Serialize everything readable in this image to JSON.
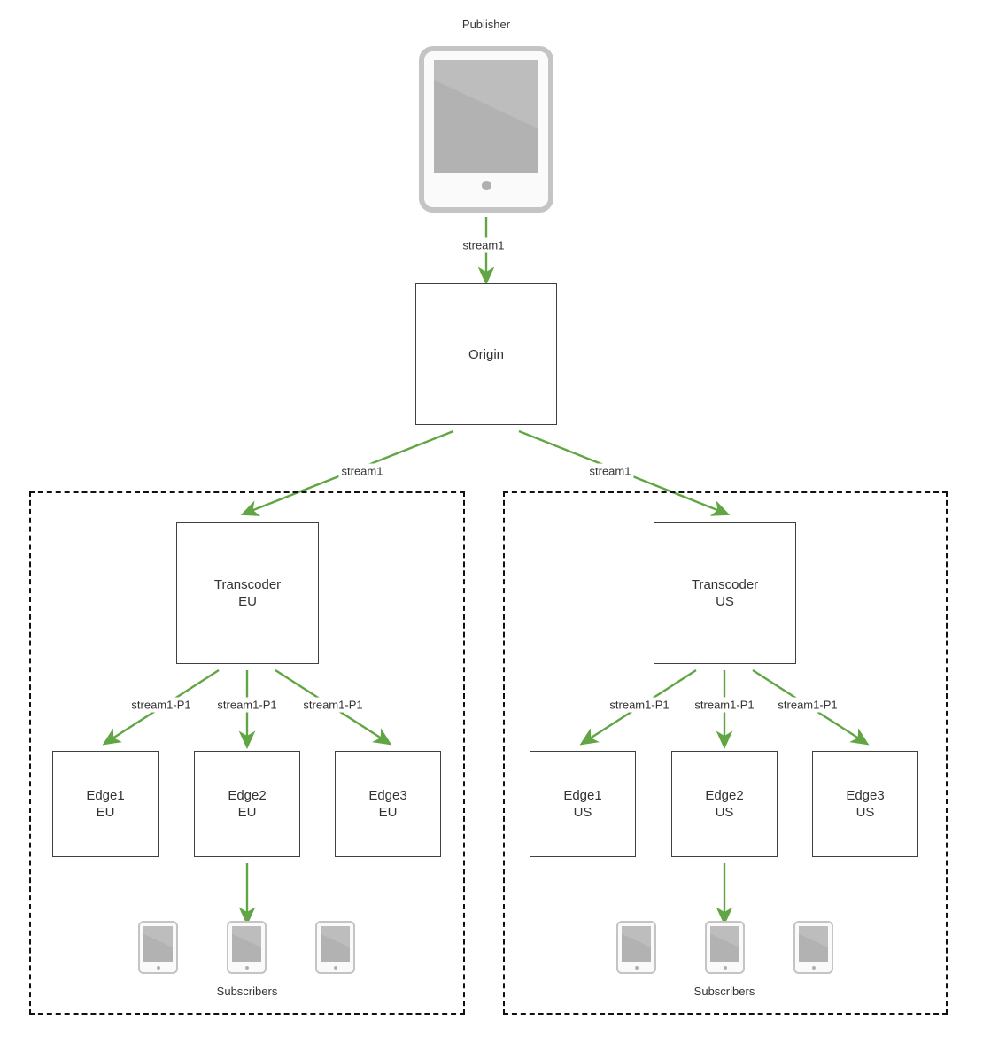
{
  "diagram": {
    "title_node": "Publisher",
    "colors": {
      "arrow_green": "#62a544",
      "box_border": "#3f3f3f",
      "zone_border": "#111111",
      "device_border": "#c4c4c4",
      "screen_gray": "#b3b3b3",
      "text": "#333333",
      "background": "#ffffff"
    },
    "publisher": {
      "label": "Publisher",
      "icon": "tablet-icon"
    },
    "origin": {
      "label": "Origin"
    },
    "links": {
      "publisher_to_origin": "stream1",
      "origin_to_eu": "stream1",
      "origin_to_us": "stream1",
      "transcoder_to_edge": "stream1-P1"
    },
    "zones": [
      {
        "id": "eu",
        "transcoder": "Transcoder\nEU",
        "edges": [
          {
            "label": "Edge1\nEU"
          },
          {
            "label": "Edge2\nEU"
          },
          {
            "label": "Edge3\nEU"
          }
        ],
        "edge_link_labels": [
          "stream1-P1",
          "stream1-P1",
          "stream1-P1"
        ],
        "subscribers_caption": "Subscribers",
        "subscriber_count": 3
      },
      {
        "id": "us",
        "transcoder": "Transcoder\nUS",
        "edges": [
          {
            "label": "Edge1\nUS"
          },
          {
            "label": "Edge2\nUS"
          },
          {
            "label": "Edge3\nUS"
          }
        ],
        "edge_link_labels": [
          "stream1-P1",
          "stream1-P1",
          "stream1-P1"
        ],
        "subscribers_caption": "Subscribers",
        "subscriber_count": 3
      }
    ]
  }
}
